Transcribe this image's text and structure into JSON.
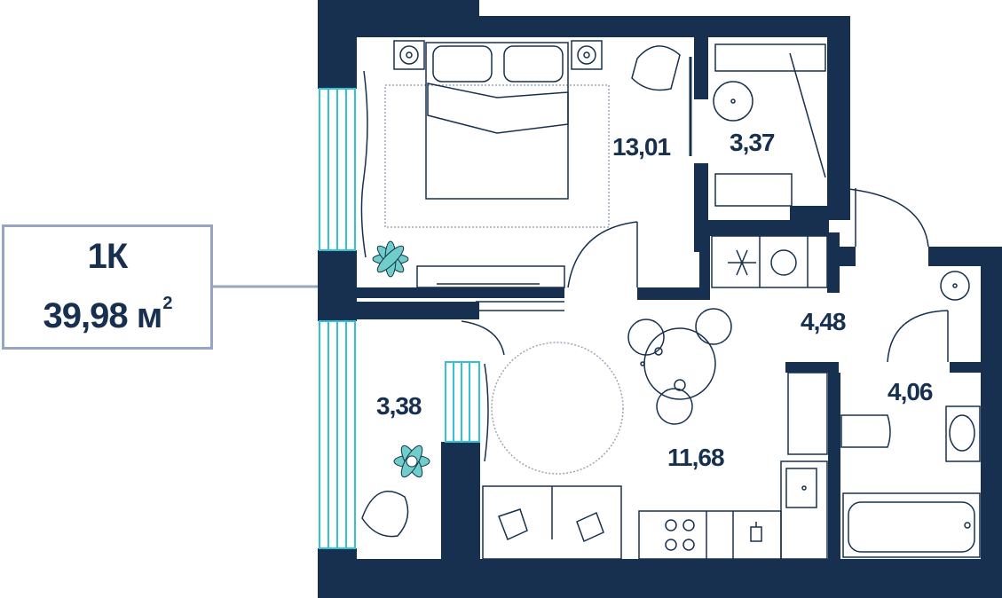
{
  "apartment": {
    "type": "1К",
    "total_area": "39,98",
    "area_unit": "м",
    "area_unit_power": "2"
  },
  "rooms": {
    "bedroom": "13,01",
    "wardrobe": "3,37",
    "hallway": "4,48",
    "bathroom": "4,06",
    "balcony": "3,38",
    "living_kitchen": "11,68"
  },
  "colors": {
    "wall": "#17304f",
    "line": "#17304f",
    "glass": "#33c1d6",
    "plant": "#6fcfc8",
    "label_border": "#94a6c4"
  }
}
